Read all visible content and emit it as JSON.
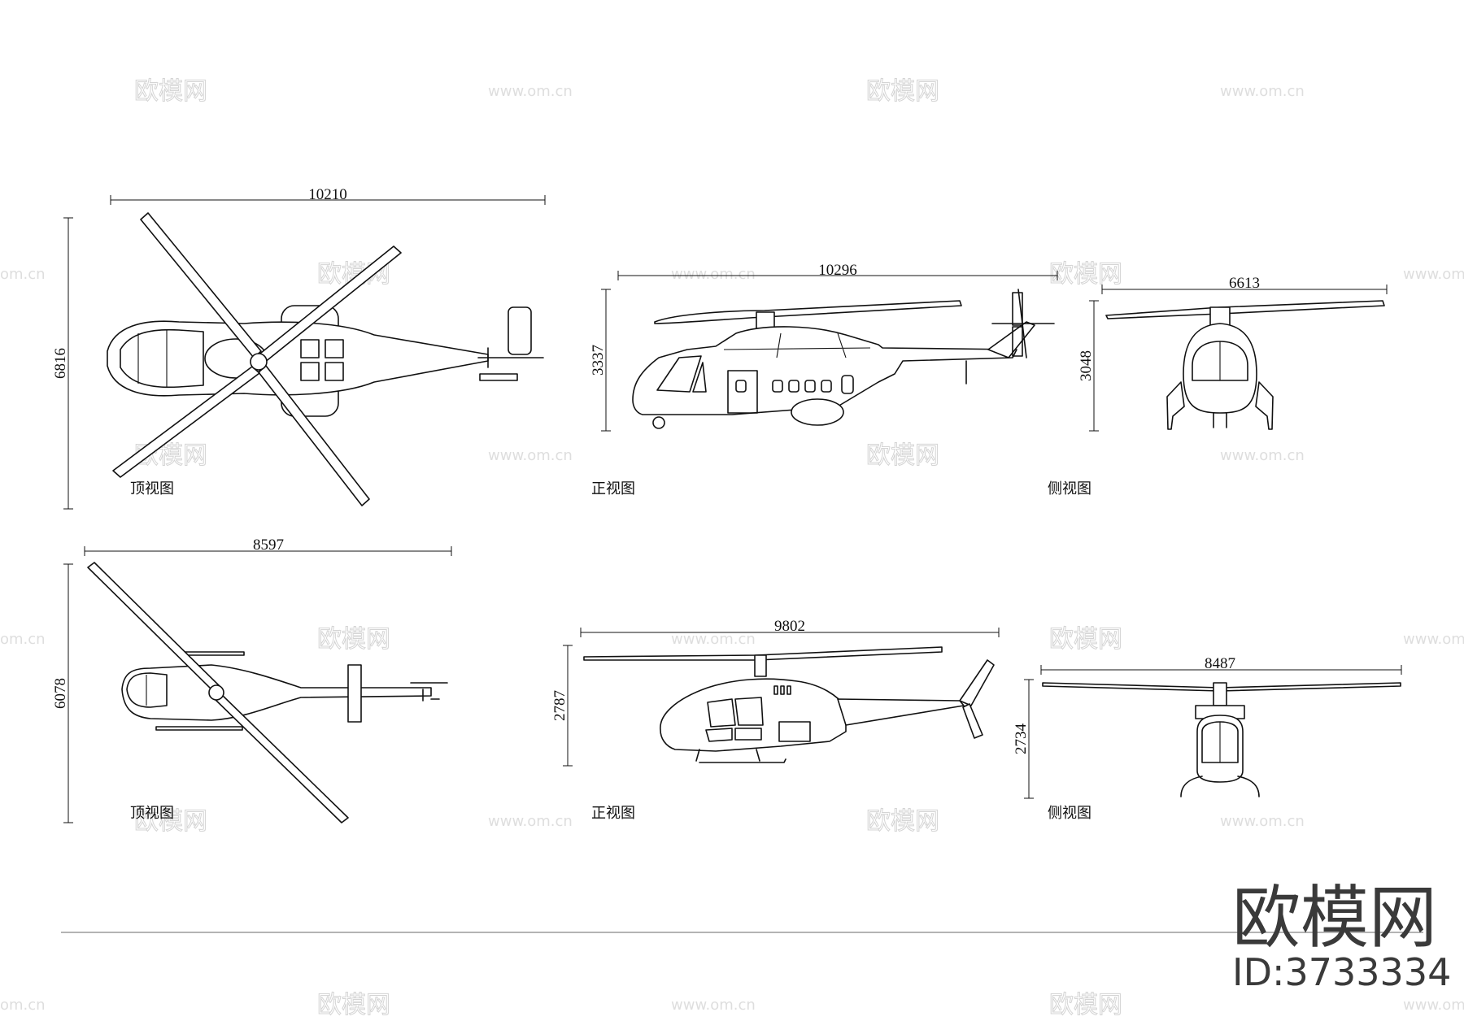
{
  "watermark": {
    "brand_cn": "欧模网",
    "url": "www.om.cn",
    "brand_url_edge": "om.cn"
  },
  "labels": {
    "top_view": "顶视图",
    "front_view": "正视图",
    "side_view": "侧视图"
  },
  "dimensions": {
    "h1_top_width": "10210",
    "h1_top_height": "6816",
    "h1_front_width": "10296",
    "h1_front_height": "3337",
    "h1_side_width": "6613",
    "h1_side_height": "3048",
    "h2_top_width": "8597",
    "h2_top_height": "6078",
    "h2_front_width": "9802",
    "h2_front_height": "2787",
    "h2_side_width": "8487",
    "h2_side_height": "2734"
  },
  "brand": {
    "name": "欧模网",
    "id": "ID:3733334"
  }
}
